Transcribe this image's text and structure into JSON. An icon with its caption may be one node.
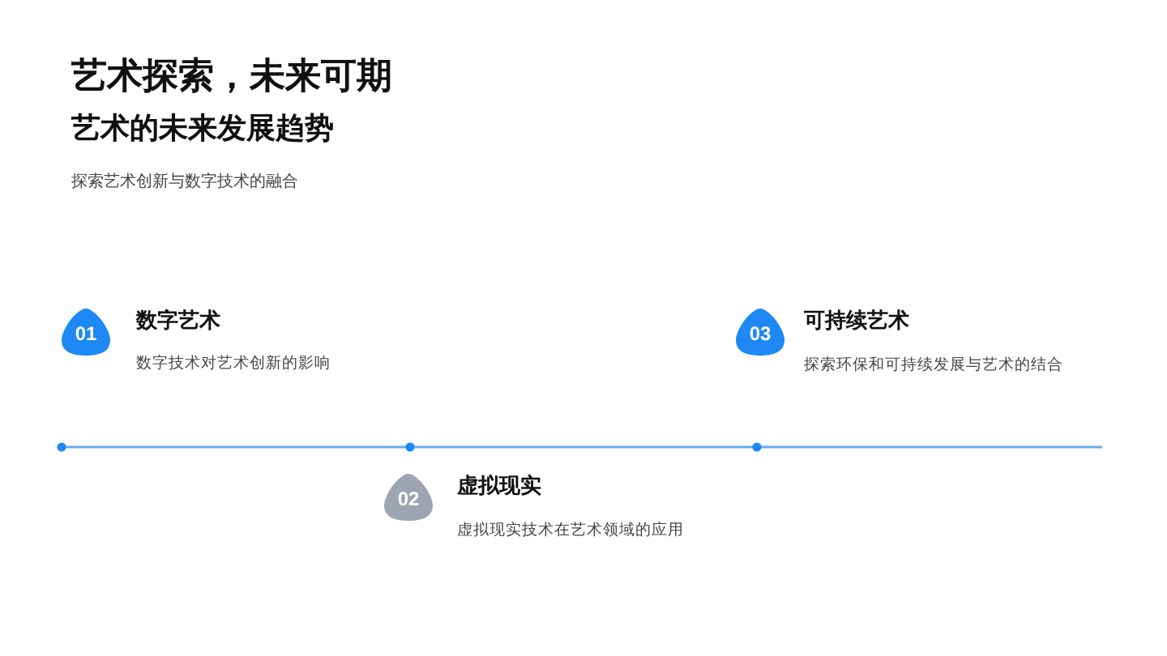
{
  "diagram": {
    "title": "艺术探索，未来可期",
    "nodes": [
      {
        "text": [
          "01"
        ],
        "beside": [
          "数字艺术",
          "数字技术对艺术创新的影响"
        ]
      },
      {
        "text": [
          "02"
        ],
        "beside": [
          "虚拟现实",
          "虚拟现实技术在艺术领域的应用"
        ]
      },
      {
        "text": [
          "03"
        ],
        "beside": [
          "可持续艺术",
          "探索环保和可持续发展与艺术的结合"
        ]
      }
    ],
    "labels": [
      "艺术的未来发展趋势",
      "探索艺术创新与数字技术的融合"
    ]
  }
}
